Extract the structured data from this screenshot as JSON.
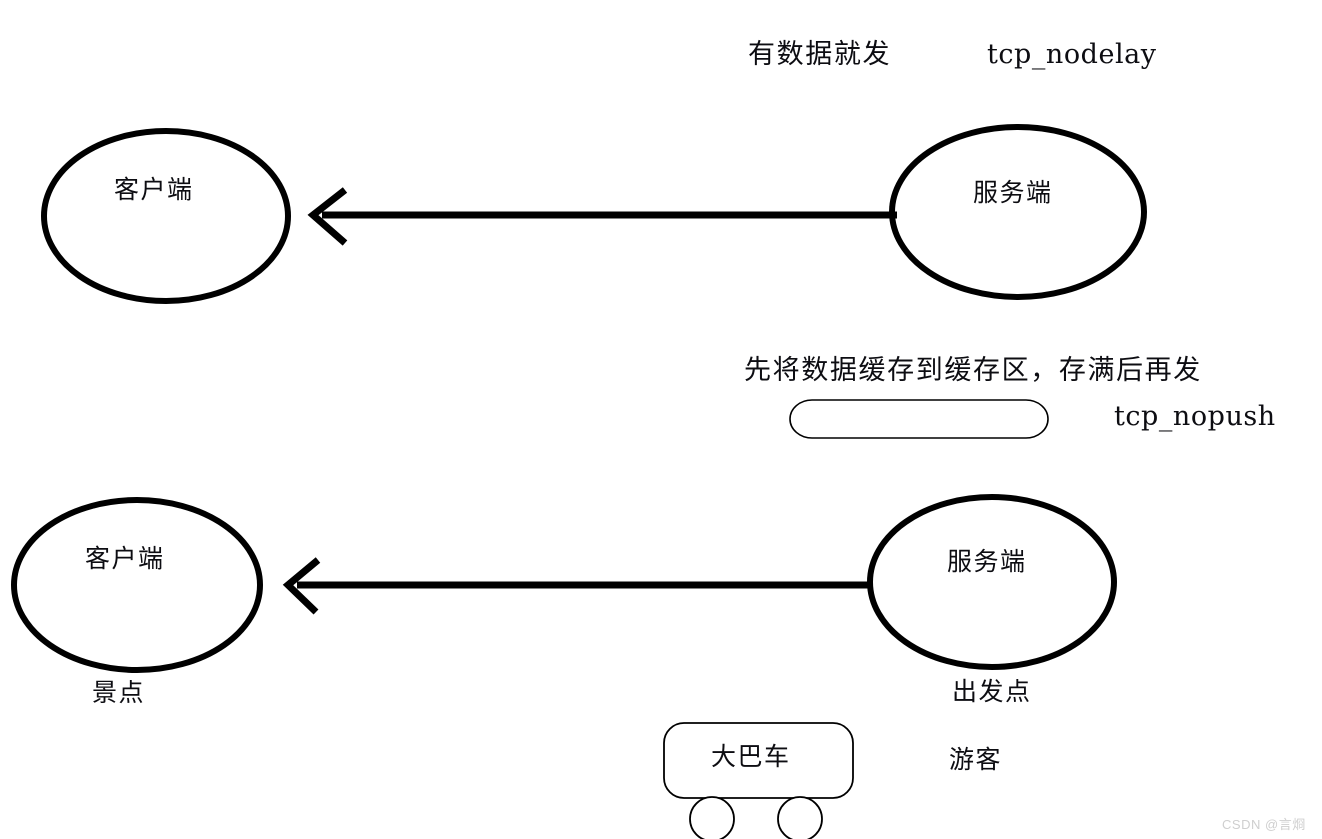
{
  "diagram": {
    "title": "TCP nodelay vs nopush analogy diagram",
    "background_color": "#ffffff",
    "stroke_color": "#000000",
    "text_color": "#0d0d12",
    "watermark": "CSDN @言烱"
  },
  "top_section": {
    "behavior_note": "有数据就发",
    "option_name": "tcp_nodelay",
    "client": {
      "label": "客户端"
    },
    "server": {
      "label": "服务端"
    },
    "arrow": {
      "direction": "right-to-left",
      "from": "服务端",
      "to": "客户端"
    }
  },
  "middle_section": {
    "behavior_note": "先将数据缓存到缓存区，存满后再发",
    "option_name": "tcp_nopush",
    "buffer_box": {
      "label": ""
    }
  },
  "bottom_section": {
    "client": {
      "label": "客户端",
      "caption": "景点"
    },
    "server": {
      "label": "服务端",
      "caption": "出发点"
    },
    "arrow": {
      "direction": "right-to-left",
      "from": "服务端",
      "to": "客户端"
    },
    "bus": {
      "label": "大巴车",
      "wheels": 2
    },
    "passengers_caption": "游客"
  }
}
